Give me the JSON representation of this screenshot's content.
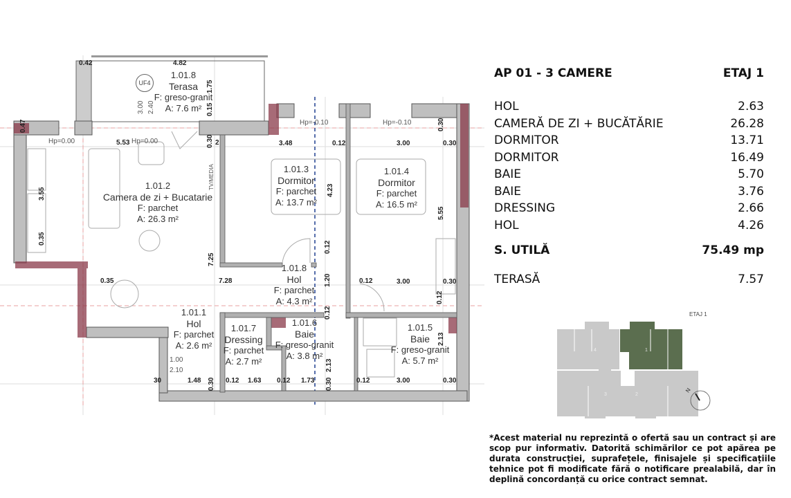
{
  "apartment": {
    "title": "AP 01 - 3 CAMERE",
    "floor": "ETAJ 1",
    "rooms": [
      {
        "name": "HOL",
        "area": "2.63"
      },
      {
        "name": "CAMERĂ DE ZI + BUCĂTĂRIE",
        "area": "26.28"
      },
      {
        "name": "DORMITOR",
        "area": "13.71"
      },
      {
        "name": "DORMITOR",
        "area": "16.49"
      },
      {
        "name": "BAIE",
        "area": "5.70"
      },
      {
        "name": "BAIE",
        "area": "3.76"
      },
      {
        "name": "DRESSING",
        "area": "2.66"
      },
      {
        "name": "HOL",
        "area": "4.26"
      }
    ],
    "usable_label": "S. UTILĂ",
    "usable_value": "75.49 mp",
    "terrace_label": "TERASĂ",
    "terrace_value": "7.57"
  },
  "plan": {
    "rooms": [
      {
        "code": "1.01.8",
        "name": "Terasa",
        "finish": "F: greso-granit",
        "area": "A: 7.6 m²"
      },
      {
        "code": "1.01.2",
        "name": "Camera de zi + Bucatarie",
        "finish": "F: parchet",
        "area": "A: 26.3 m²"
      },
      {
        "code": "1.01.3",
        "name": "Dormitor",
        "finish": "F: parchet",
        "area": "A: 13.7 m²"
      },
      {
        "code": "1.01.4",
        "name": "Dormitor",
        "finish": "F: parchet",
        "area": "A: 16.5 m²"
      },
      {
        "code": "1.01.8",
        "name": "Hol",
        "finish": "F: parchet",
        "area": "A: 4.3 m²"
      },
      {
        "code": "1.01.1",
        "name": "Hol",
        "finish": "F: parchet",
        "area": "A: 2.6 m²"
      },
      {
        "code": "1.01.7",
        "name": "Dressing",
        "finish": "F: parchet",
        "area": "A: 2.7 m²"
      },
      {
        "code": "1.01.6",
        "name": "Baie",
        "finish": "F: greso-granit",
        "area": "A: 3.8 m²"
      },
      {
        "code": "1.01.5",
        "name": "Baie",
        "finish": "F: greso-granit",
        "area": "A: 5.7 m²"
      }
    ],
    "uf_tag": "UF4",
    "tv_label": "TV/MEDIA",
    "dims": [
      "0.42",
      "4.82",
      "1.75",
      "0.15",
      "3.00",
      "2.40",
      "0.47",
      "Hp=0.00",
      "5.53",
      "Hp=0.00",
      "0.30",
      "2",
      "3.48",
      "0.12",
      "3.00",
      "0.30",
      "Hp=-0.10",
      "Hp=-0.10",
      "0.30",
      "4.23",
      "5.55",
      "3.55",
      "0.35",
      "7.25",
      "0.12",
      "0.35",
      "7.28",
      "1.20",
      "0.12",
      "3.00",
      "0.30",
      "0.12",
      "0.12",
      "2.13",
      "1.00",
      "2.10",
      "1.48",
      "0.30",
      "0.12",
      "1.63",
      "0.12",
      "1.73",
      "2.13",
      "0.30",
      "0.12",
      "3.00",
      "0.30",
      "30"
    ]
  },
  "keyplan": {
    "label": "ETAJ 1",
    "units": [
      "1",
      "2",
      "3",
      "4"
    ],
    "north": "N",
    "highlight_color": "#5b6e4f",
    "other_color": "#c9c9c9"
  },
  "disclaimer": "*Acest material nu reprezintă o ofertă sau un contract și are scop pur informativ. Datorită schimărilor ce pot apărea pe durata construcției, suprafețele, finisajele și specificațiile tehnice pot fi modificate fără o notificare prealabilă, dar în deplină concordanță cu orice contract semnat."
}
